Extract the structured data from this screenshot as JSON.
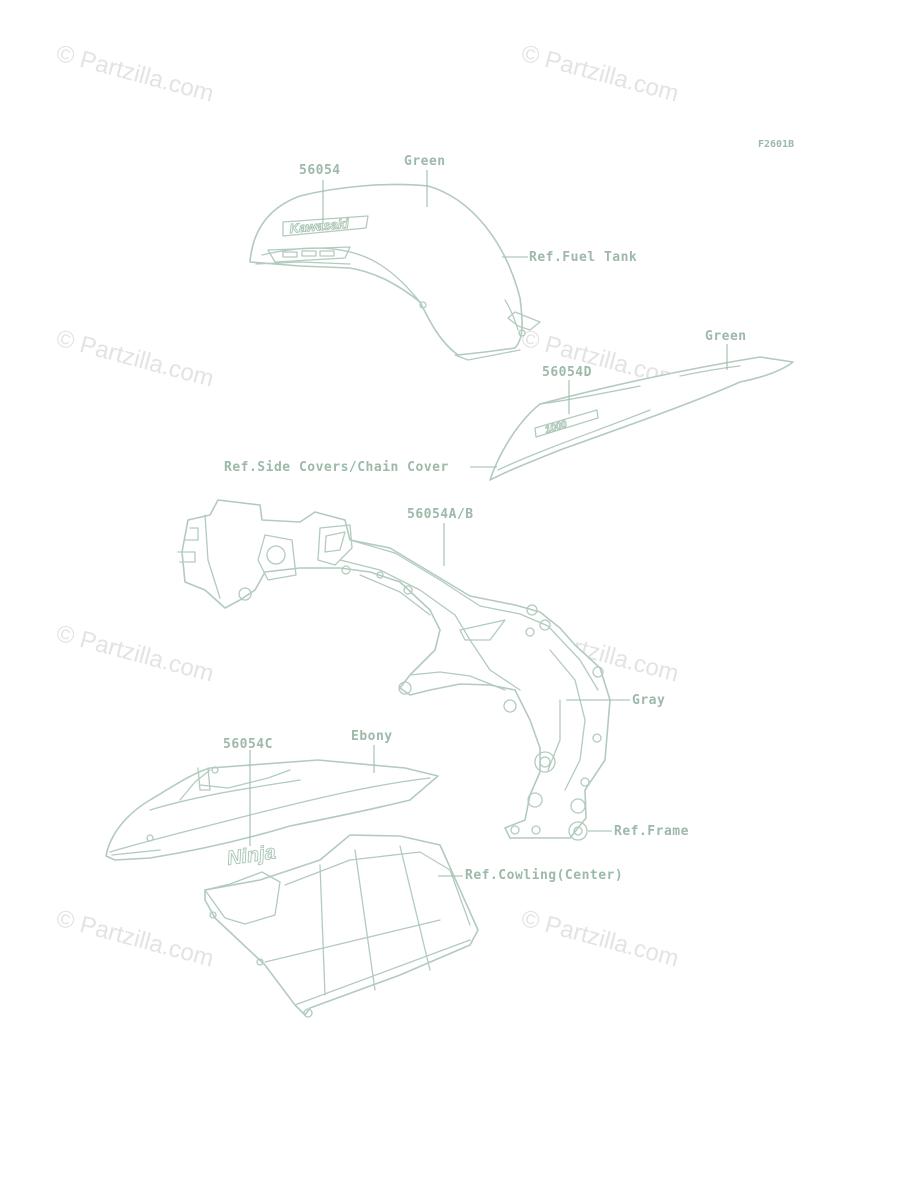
{
  "figure_code": "F2601B",
  "watermark": "© Partzilla.com",
  "labels": {
    "tank_part_no": "56054",
    "tank_color": "Green",
    "tank_ref": "Ref.Fuel Tank",
    "side_color": "Green",
    "side_part_no": "56054D",
    "side_ref": "Ref.Side Covers/Chain Cover",
    "frame_part_no": "56054A/B",
    "frame_color": "Gray",
    "frame_ref": "Ref.Frame",
    "cowl_part_no": "56054C",
    "cowl_color": "Ebony",
    "cowl_ref": "Ref.Cowling(Center)"
  },
  "decals": {
    "tank_logo": "Kawasaki",
    "side_badge": "1000",
    "cowl_logo": "Ninja"
  }
}
